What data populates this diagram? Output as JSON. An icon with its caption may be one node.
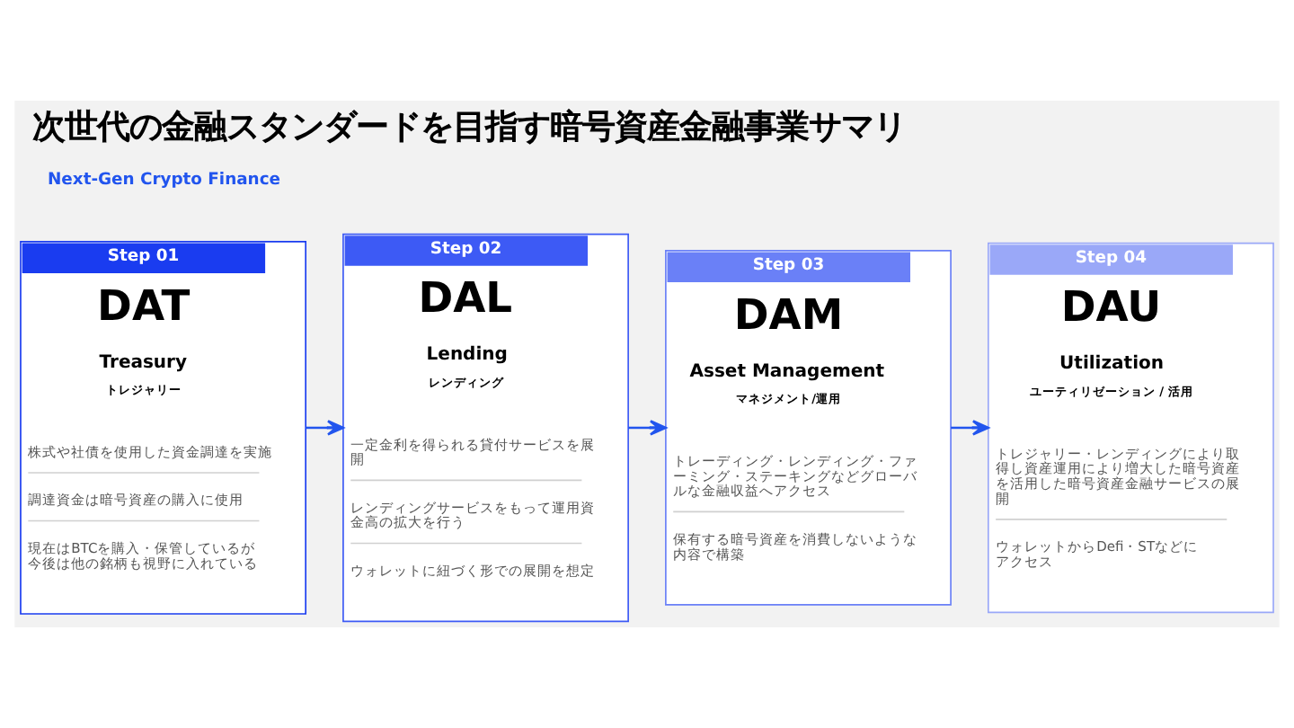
{
  "diagram": {
    "title": "次世代の金融スタンダードを目指す暗号資産金融事業サマリ",
    "nodes": [
      {
        "text": [
          "Step 01",
          "DAT",
          "Treasury",
          "トレジャリー",
          "株式や社債を使用した資金調達を実施",
          "調達資金は暗号資産の購入に使用",
          "現在はBTCを購入・保管しているが今後は他の銘柄も視野に入れている"
        ]
      },
      {
        "text": [
          "Step 02",
          "DAL",
          "Lending",
          "レンディング",
          "一定金利を得られる貸付サービスを展開",
          "レンディングサービスをもって運用資金高の拡大を行う",
          "ウォレットに紐づく形での展開を想定"
        ]
      },
      {
        "text": [
          "Step 03",
          "DAM",
          "Asset Management",
          "マネジメント/運用",
          "トレーディング・レンディング・ファーミング・ステーキングなどグローバルな金融収益へアクセス",
          "保有する暗号資産を消費しないような内容で構築"
        ]
      },
      {
        "text": [
          "Step 04",
          "DAU",
          "Utilization",
          "ユーティリゼーション / 活用",
          "トレジャリー・レンディングにより取得し資産運用により増大した暗号資産を活用した暗号資産金融サービスの展開",
          "ウォレットからDefi・STなどにアクセス"
        ]
      }
    ],
    "edges": [
      {
        "from": 0,
        "to": 1,
        "arrow": "to"
      },
      {
        "from": 1,
        "to": 2,
        "arrow": "to"
      },
      {
        "from": 2,
        "to": 3,
        "arrow": "to"
      }
    ],
    "labels": [
      "Next-Gen Crypto Finance"
    ]
  }
}
